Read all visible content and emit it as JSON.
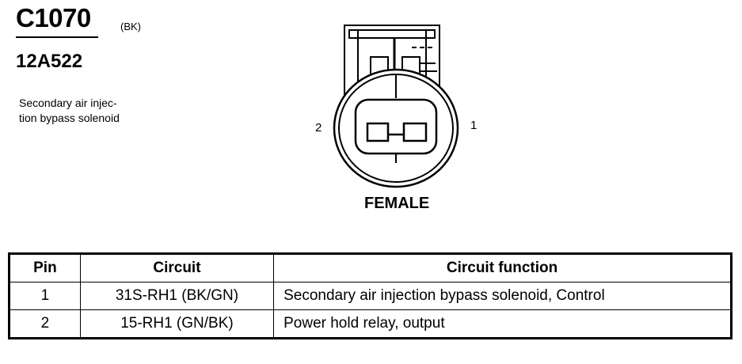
{
  "connector": {
    "id": "C1070",
    "color_code": "(BK)",
    "part_number": "12A522",
    "description": [
      "Secondary air injec-",
      "tion bypass solenoid"
    ]
  },
  "diagram": {
    "pin_labels": {
      "left": "2",
      "right": "1"
    },
    "gender": "FEMALE"
  },
  "table": {
    "headers": [
      "Pin",
      "Circuit",
      "Circuit function"
    ],
    "rows": [
      {
        "pin": "1",
        "circuit": "31S-RH1 (BK/GN)",
        "function": "Secondary air injection bypass solenoid, Control"
      },
      {
        "pin": "2",
        "circuit": "15-RH1 (GN/BK)",
        "function": "Power hold relay, output"
      }
    ]
  }
}
